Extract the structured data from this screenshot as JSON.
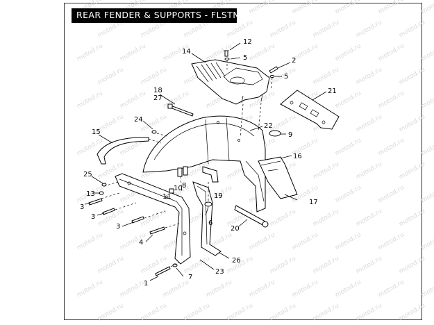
{
  "title": "REAR FENDER & SUPPORTS - FLSTN",
  "watermark": "motod.ru",
  "colors": {
    "ink": "#000000",
    "watermark": "#d9d9d9",
    "title_bg": "#000000",
    "title_fg": "#ffffff"
  },
  "callouts": [
    "12",
    "5",
    "14",
    "2",
    "5",
    "21",
    "18",
    "27",
    "24",
    "22",
    "9",
    "15",
    "16",
    "25",
    "13",
    "10",
    "8",
    "11",
    "19",
    "3",
    "17",
    "3",
    "3",
    "6",
    "20",
    "4",
    "26",
    "23",
    "7",
    "1"
  ]
}
